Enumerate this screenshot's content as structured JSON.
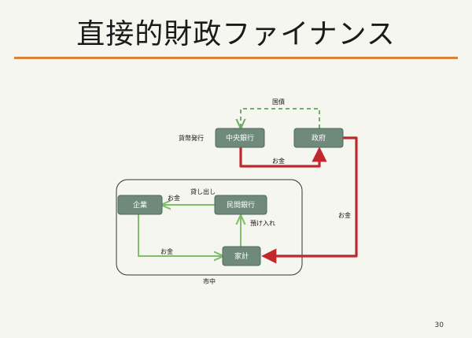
{
  "slide": {
    "title": "直接的財政ファイナンス",
    "page_number": "30"
  },
  "nodes": {
    "central_bank": "中央銀行",
    "government": "政府",
    "company": "企業",
    "private_bank": "民間銀行",
    "household": "家計"
  },
  "groups": {
    "market": "市中"
  },
  "edges": {
    "gov_bonds": "国債",
    "currency_issue": "貨幣発行",
    "money_cb_to_gov": "お金",
    "money_gov_to_household": "お金",
    "lending": "貸し出し",
    "money_bank_to_company": "お金",
    "deposit": "預け入れ",
    "money_company_to_household": "お金"
  },
  "colors": {
    "accent_rule": "#d9823a",
    "node_fill": "#6f8a7b",
    "red_flow": "#c0282d",
    "green_flow": "#7fbf6a",
    "dashed_flow": "#6fae6a"
  }
}
